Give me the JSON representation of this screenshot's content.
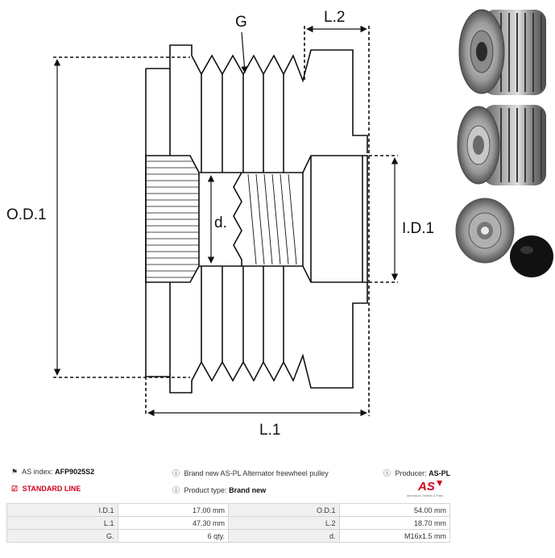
{
  "diagram": {
    "labels": {
      "g": "G",
      "l2": "L.2",
      "od1": "O.D.1",
      "d": "d.",
      "id1": "I.D.1",
      "l1": "L.1"
    }
  },
  "info": {
    "as_index_label": "AS index:",
    "as_index_value": "AFP9025S2",
    "standard_line": "STANDARD LINE",
    "description": "Brand new AS-PL Alternator freewheel pulley",
    "product_type_label": "Product type:",
    "product_type_value": "Brand new",
    "producer_label": "Producer:",
    "producer_value": "AS-PL"
  },
  "logo": {
    "text": "AS",
    "tagline": "Alternators, Starters & Parts",
    "color": "#d0021b"
  },
  "specs": {
    "rows": [
      {
        "l1": "I.D.1",
        "v1": "17.00 mm",
        "l2": "O.D.1",
        "v2": "54.00 mm"
      },
      {
        "l1": "L.1",
        "v1": "47.30 mm",
        "l2": "L.2",
        "v2": "18.70 mm"
      },
      {
        "l1": "G.",
        "v1": "6 qty.",
        "l2": "d.",
        "v2": "M16x1.5 mm"
      }
    ]
  },
  "icons": {
    "as_index": "tag-icon",
    "standard_line": "checkbox-icon",
    "description": "info-icon",
    "product_type": "info-icon",
    "producer": "info-icon"
  }
}
